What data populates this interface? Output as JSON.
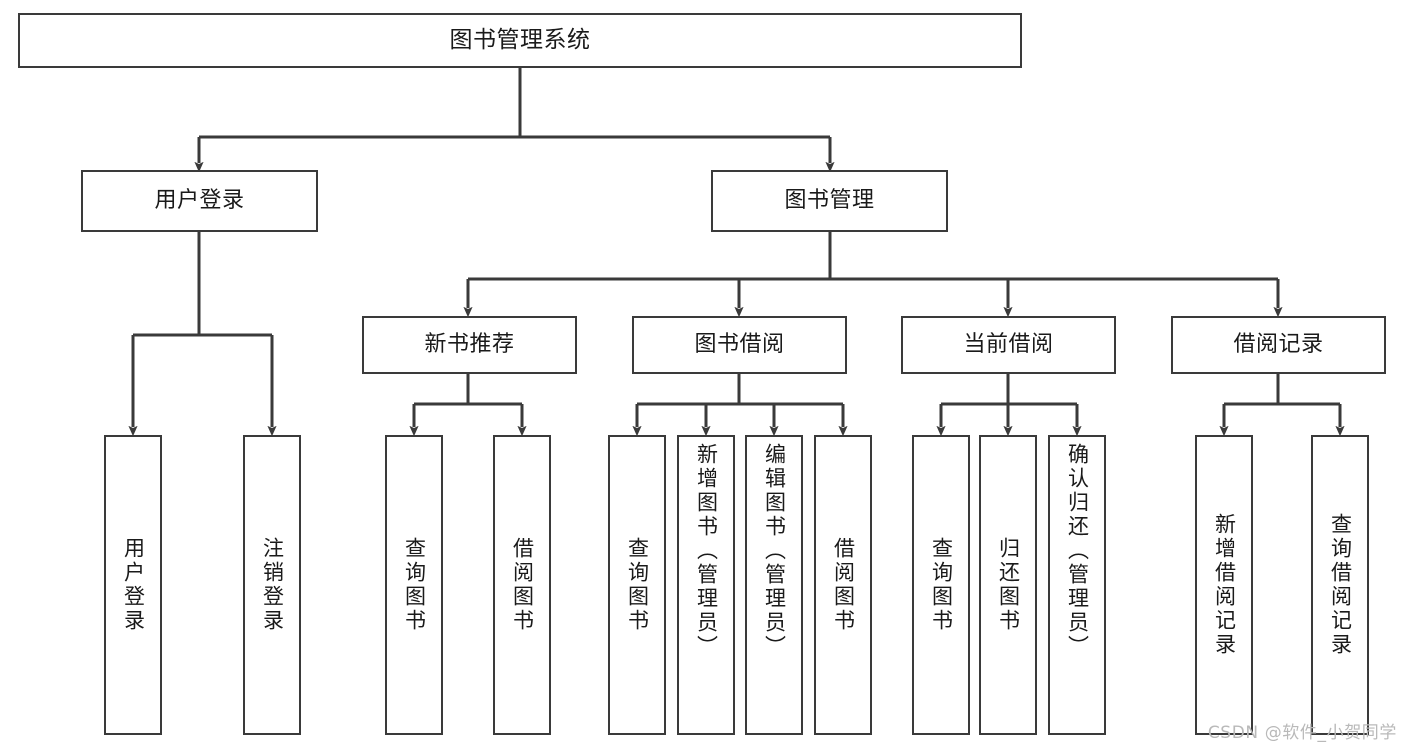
{
  "diagram": {
    "type": "tree-hierarchy",
    "title": "图书管理系统",
    "orientation": "top-down",
    "edge_color": "#3a3a3a",
    "node_border_color": "#3a3a3a",
    "node_fill_color": "#ffffff",
    "text_color": "#1a1a1a"
  },
  "watermark": {
    "text": "CSDN @软件_小贺同学",
    "color": "#b9b9b9"
  },
  "nodes": {
    "root": {
      "label": "图书管理系统"
    },
    "level2": [
      {
        "id": "user-login",
        "label": "用户登录"
      },
      {
        "id": "book-manage",
        "label": "图书管理"
      }
    ],
    "level3": [
      {
        "id": "new-book-recommend",
        "label": "新书推荐"
      },
      {
        "id": "book-borrow",
        "label": "图书借阅"
      },
      {
        "id": "current-borrow",
        "label": "当前借阅"
      },
      {
        "id": "borrow-record",
        "label": "借阅记录"
      }
    ],
    "leaves": [
      {
        "id": "leaf-user-login",
        "label": "用户登录",
        "parent": "user-login"
      },
      {
        "id": "leaf-logout",
        "label": "注销登录",
        "parent": "user-login"
      },
      {
        "id": "leaf-query-book-1",
        "label": "查询图书",
        "parent": "new-book-recommend"
      },
      {
        "id": "leaf-borrow-book-1",
        "label": "借阅图书",
        "parent": "new-book-recommend"
      },
      {
        "id": "leaf-query-book-2",
        "label": "查询图书",
        "parent": "book-borrow"
      },
      {
        "id": "leaf-add-book",
        "label": "新增图书（管理员）",
        "parent": "book-borrow"
      },
      {
        "id": "leaf-edit-book",
        "label": "编辑图书（管理员）",
        "parent": "book-borrow"
      },
      {
        "id": "leaf-borrow-book-2",
        "label": "借阅图书",
        "parent": "book-borrow"
      },
      {
        "id": "leaf-query-book-3",
        "label": "查询图书",
        "parent": "current-borrow"
      },
      {
        "id": "leaf-return-book",
        "label": "归还图书",
        "parent": "current-borrow"
      },
      {
        "id": "leaf-confirm-return",
        "label": "确认归还（管理员）",
        "parent": "current-borrow"
      },
      {
        "id": "leaf-add-record",
        "label": "新增借阅记录",
        "parent": "borrow-record"
      },
      {
        "id": "leaf-query-record",
        "label": "查询借阅记录",
        "parent": "borrow-record"
      }
    ]
  }
}
